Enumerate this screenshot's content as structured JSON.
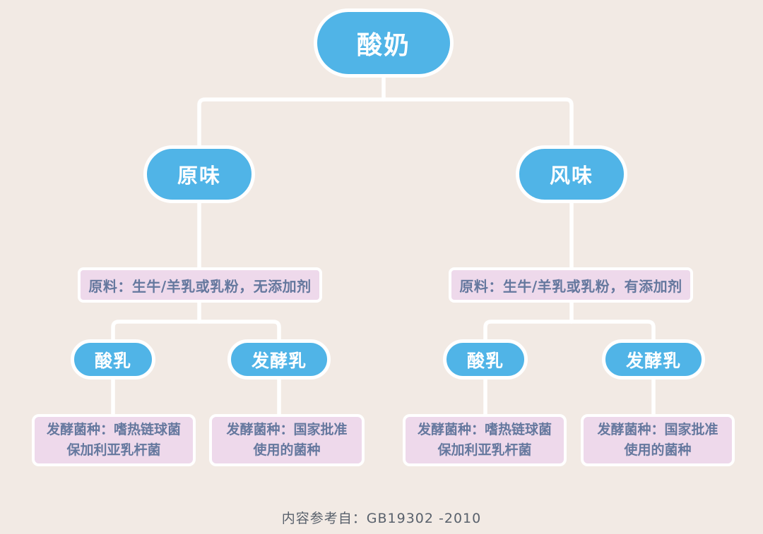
{
  "colors": {
    "background": "#f2eae4",
    "node_fill": "#50b4e7",
    "node_text": "#ffffff",
    "box_fill": "#eed9eb",
    "box_text": "#65789e",
    "connector": "#ffffff",
    "footer_text": "#59616c"
  },
  "root": {
    "label": "酸奶"
  },
  "branches": [
    {
      "label": "原味",
      "material": "原料：生牛/羊乳或乳粉，无添加剂",
      "children": [
        {
          "label": "酸乳",
          "detail_line1": "发酵菌种：嗜热链球菌",
          "detail_line2": "保加利亚乳杆菌"
        },
        {
          "label": "发酵乳",
          "detail_line1": "发酵菌种：国家批准",
          "detail_line2": "使用的菌种"
        }
      ]
    },
    {
      "label": "风味",
      "material": "原料：生牛/羊乳或乳粉，有添加剂",
      "children": [
        {
          "label": "酸乳",
          "detail_line1": "发酵菌种：嗜热链球菌",
          "detail_line2": "保加利亚乳杆菌"
        },
        {
          "label": "发酵乳",
          "detail_line1": "发酵菌种：国家批准",
          "detail_line2": "使用的菌种"
        }
      ]
    }
  ],
  "footer": {
    "text": "内容参考自：GB19302 -2010"
  }
}
